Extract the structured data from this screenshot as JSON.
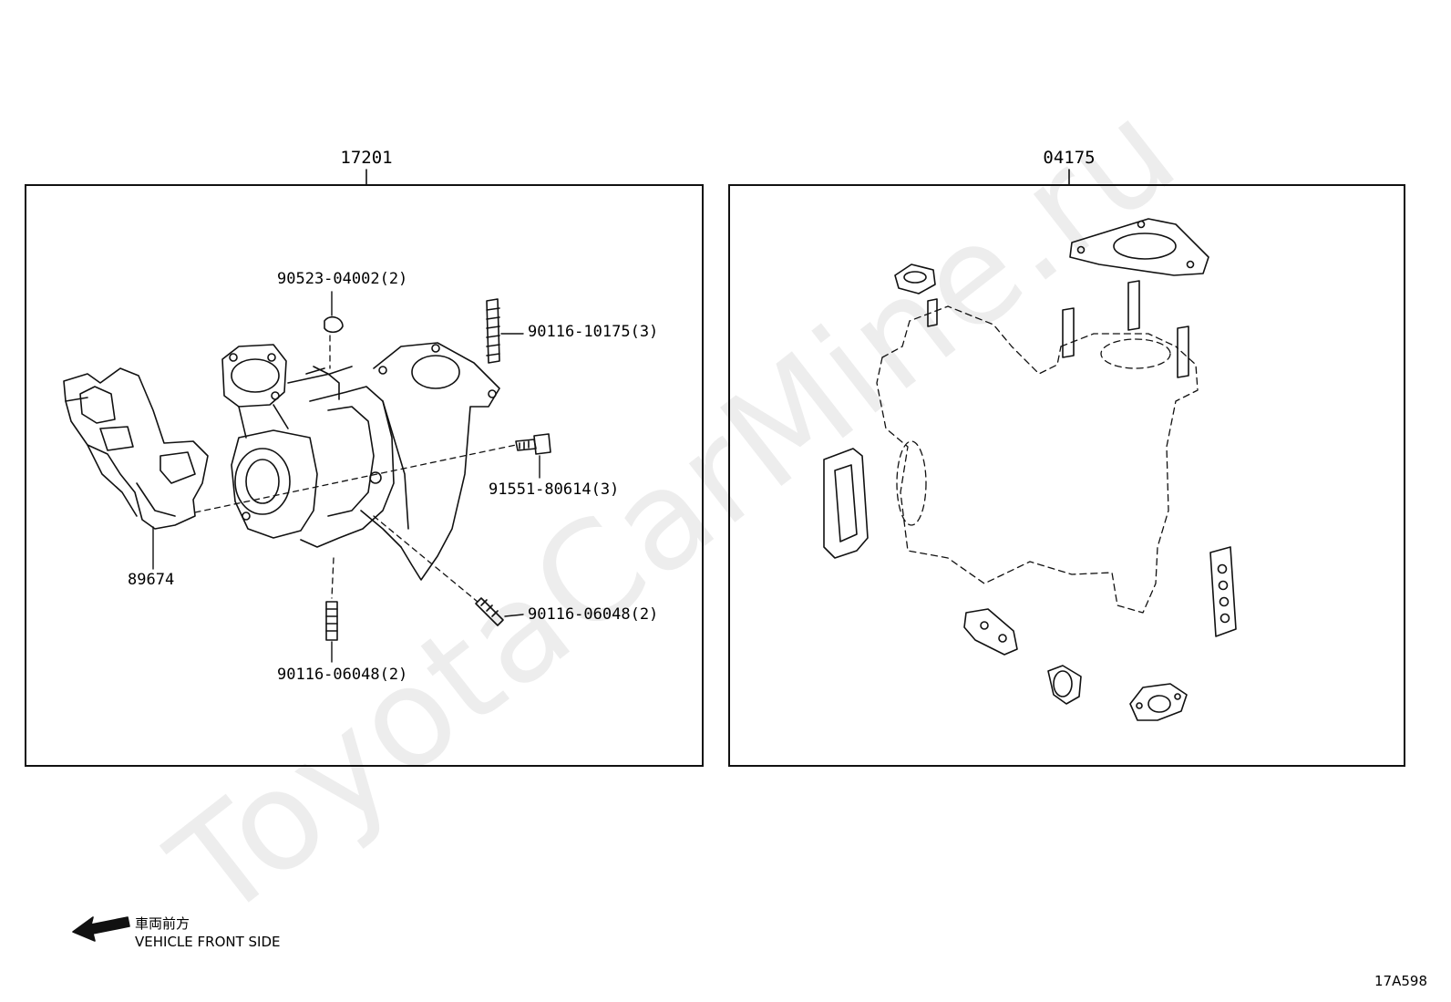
{
  "watermark": "ToyotaCarMine.ru",
  "left_panel": {
    "assembly_number": "17201",
    "callouts": {
      "gasket_clip": "90523-04002(2)",
      "stud_upper": "90116-10175(3)",
      "bolt": "91551-80614(3)",
      "bracket": "89674",
      "stud_right": "90116-06048(2)",
      "stud_lower": "90116-06048(2)"
    }
  },
  "right_panel": {
    "assembly_number": "04175"
  },
  "front_indicator": {
    "japanese": "車両前方",
    "english": "VEHICLE FRONT SIDE"
  },
  "illustration_code": "17A598"
}
